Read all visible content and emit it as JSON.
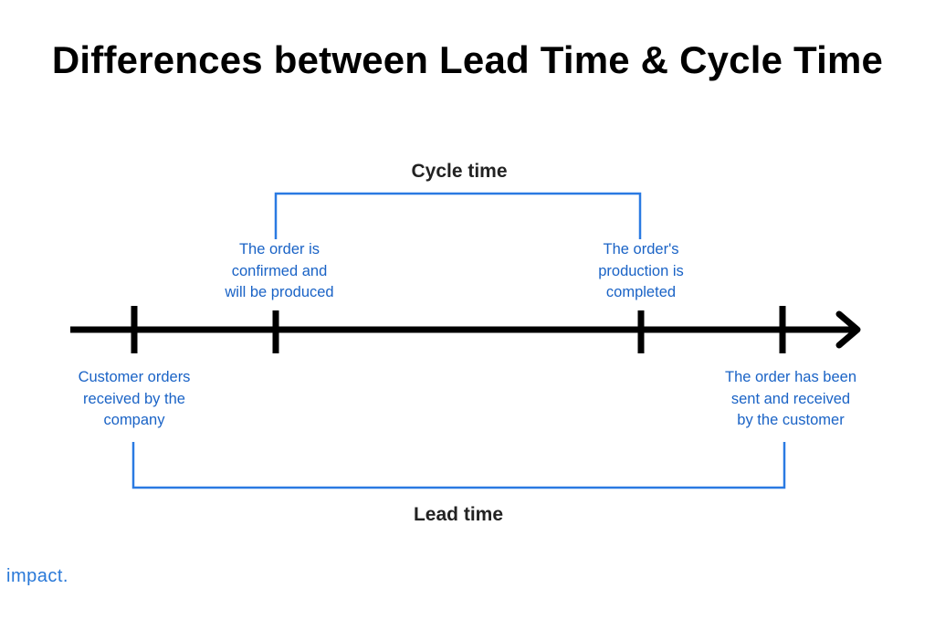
{
  "title": "Differences between Lead Time & Cycle Time",
  "colors": {
    "accent": "#1a63c6",
    "bracket": "#2a7ae2",
    "timeline": "#000000",
    "brand": "#2878d8"
  },
  "cycle_time": {
    "label": "Cycle time",
    "start_event": "The order is\nconfirmed and\nwill be produced",
    "end_event": "The order's\nproduction is\ncompleted"
  },
  "lead_time": {
    "label": "Lead time",
    "start_event": "Customer orders\nreceived by the\ncompany",
    "end_event": "The order has been\nsent and received\nby the customer"
  },
  "brand": "impact."
}
